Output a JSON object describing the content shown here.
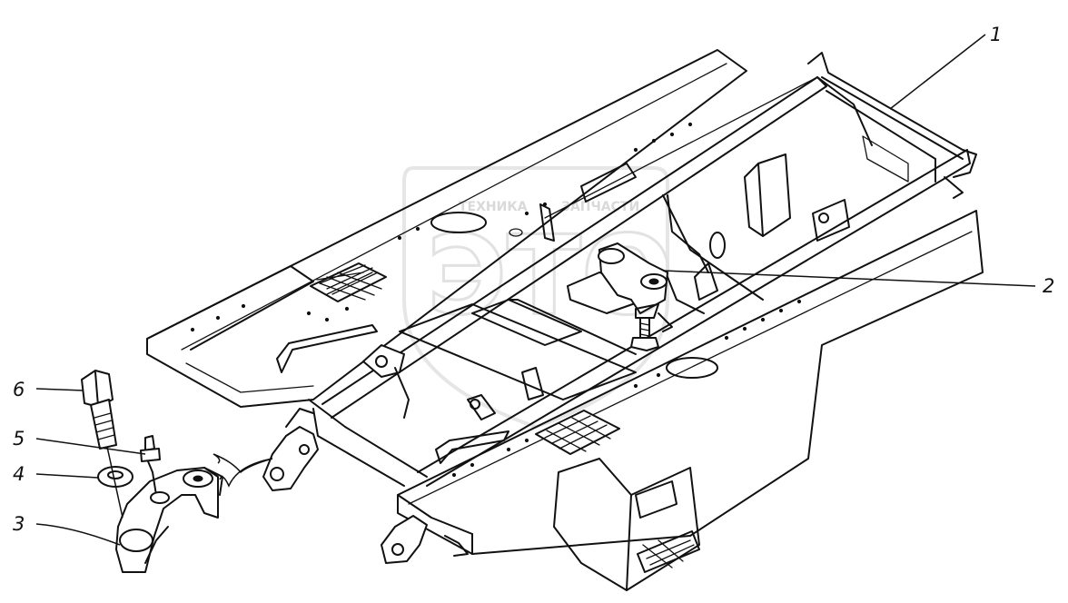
{
  "watermark": {
    "caption": "ТЕХНИКА",
    "caption_right": "ЗАПЧАСТИ",
    "letters": "ЭТО",
    "color": "#d9d9d9"
  },
  "callouts": [
    {
      "id": "1",
      "label": "1",
      "part": "frame"
    },
    {
      "id": "2",
      "label": "2",
      "part": "support-bracket"
    },
    {
      "id": "3",
      "label": "3",
      "part": "cap"
    },
    {
      "id": "4",
      "label": "4",
      "part": "washer"
    },
    {
      "id": "5",
      "label": "5",
      "part": "grease-fitting"
    },
    {
      "id": "6",
      "label": "6",
      "part": "bolt"
    }
  ],
  "colors": {
    "line": "#111111",
    "background": "#ffffff"
  }
}
